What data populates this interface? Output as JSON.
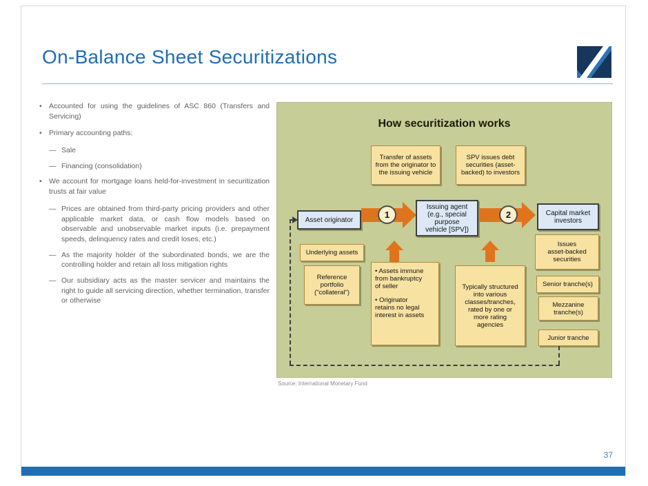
{
  "slide": {
    "title": "On-Balance Sheet Securitizations",
    "page_number": "37"
  },
  "bullets": [
    {
      "marker": "•",
      "text": "Accounted for using the guidelines of ASC 860 (Transfers and Servicing)"
    },
    {
      "marker": "•",
      "text": "Primary accounting paths:"
    },
    {
      "marker": "—",
      "text": "Sale"
    },
    {
      "marker": "—",
      "text": "Financing (consolidation)"
    },
    {
      "marker": "•",
      "text": "We account for mortgage loans held-for-investment in securitization trusts at fair value"
    },
    {
      "marker": "—",
      "text": "Prices are obtained from third-party pricing providers and other applicable market data, or cash flow models based on observable and unobservable market inputs (i.e. prepayment speeds, delinquency rates and credit loses, etc.)"
    },
    {
      "marker": "—",
      "text": "As the majority holder of the subordinated bonds, we are the controlling holder and retain all loss mitigation rights"
    },
    {
      "marker": "—",
      "text": "Our subsidiary acts as the master servicer and maintains the right to guide all servicing direction, whether termination, transfer or otherwise"
    }
  ],
  "diagram": {
    "title": "How securitization works",
    "source": "Source: International Monetary Fund",
    "step1": "1",
    "step2": "2",
    "transfer_note": "Transfer of assets\nfrom the originator to\nthe issuing vehicle",
    "spv_note": "SPV issues debt\nsecurities (asset-\nbacked) to investors",
    "asset_originator": "Asset originator",
    "issuing_agent": "Issuing agent\n(e.g., special purpose\nvehicle [SPV])",
    "capital_market": "Capital market\ninvestors",
    "underlying_assets": "Underlying assets",
    "reference_portfolio": "Reference\nportfolio\n(\"collateral\")",
    "assets_immune_1": "• Assets immune\nfrom bankruptcy\nof seller",
    "assets_immune_2": "• Originator\nretains no legal\ninterest in assets",
    "typically_structured": "Typically structured\ninto various\nclasses/tranches,\nrated by one or\nmore rating\nagencies",
    "issues_abs": "Issues\nasset-backed\nsecurities",
    "senior_tranche": "Senior tranche(s)",
    "mezzanine_tranche": "Mezzanine\ntranche(s)",
    "junior_tranche": "Junior tranche"
  }
}
